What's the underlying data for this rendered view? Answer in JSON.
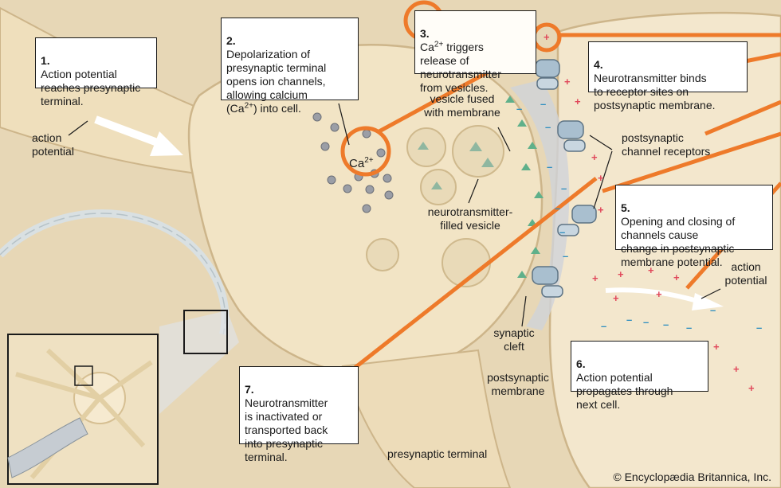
{
  "steps": [
    {
      "num": "1.",
      "text": "Action potential\nreaches presynaptic\nterminal."
    },
    {
      "num": "2.",
      "text": "Depolarization of\npresynaptic terminal\nopens ion channels,\nallowing calcium\n(Ca",
      "sup": "2+",
      "tail": ") into cell."
    },
    {
      "num": "3.",
      "pre": "Ca",
      "sup": "2+",
      "text": " triggers\nrelease of\nneurotransmitter\nfrom vesicles."
    },
    {
      "num": "4.",
      "text": "Neurotransmitter binds\nto receptor sites on\npostsynaptic membrane."
    },
    {
      "num": "5.",
      "text": "Opening and closing of\nchannels cause\nchange in postsynaptic\nmembrane potential."
    },
    {
      "num": "6.",
      "text": "Action potential\npropagates through\nnext cell."
    },
    {
      "num": "7.",
      "text": "Neurotransmitter\nis inactivated or\ntransported back\ninto presynaptic\nterminal."
    }
  ],
  "labels": {
    "action_potential_left": "action\npotential",
    "action_potential_right": "action\npotential",
    "calcium_ion": "Ca",
    "calcium_sup": "2+",
    "vesicle_fused": "vesicle fused\nwith membrane",
    "neurotransmitter_vesicle": "neurotransmitter-\nfilled vesicle",
    "postsynaptic_receptors": "postsynaptic\nchannel receptors",
    "synaptic_cleft": "synaptic\ncleft",
    "postsynaptic_membrane": "postsynaptic\nmembrane",
    "presynaptic_terminal": "presynaptic terminal"
  },
  "signs": {
    "plus": "+",
    "minus": "–"
  },
  "credit": "© Encyclopædia Britannica, Inc.",
  "colors": {
    "callout_orange": "#ee7a2a",
    "neuron_fill": "#f1e3c3",
    "neuron_shadow": "#d8c49c",
    "cleft": "#c8cbd2",
    "plus_red": "#e0475a",
    "minus_blue": "#2f8fc0",
    "receptor": "#a9bfcf"
  }
}
